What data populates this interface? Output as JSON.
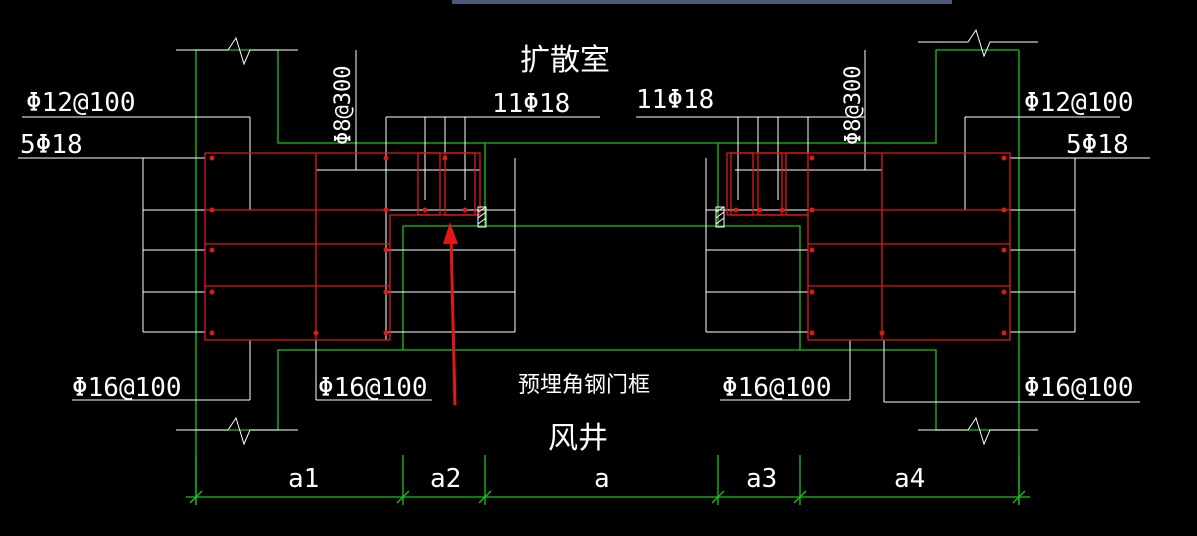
{
  "colors": {
    "background": "#000000",
    "lines": "#ffffff",
    "outline": "#19c219",
    "rebar": "#e01818",
    "arrow": "#e01818",
    "top_bar": "#4a5a78"
  },
  "labels": {
    "room_top": "扩散室",
    "room_bottom": "风井",
    "embedded_frame": "预埋角钢门框",
    "left_top_rebar": "Φ12@100",
    "left_side_rebar": "5Φ18",
    "left_stirrup_vertical": "Φ8@300",
    "left_inner_top": "11Φ18",
    "right_inner_top": "11Φ18",
    "right_stirrup_vertical": "Φ8@300",
    "right_top_rebar": "Φ12@100",
    "right_side_rebar": "5Φ18",
    "bottom_1": "Φ16@100",
    "bottom_2": "Φ16@100",
    "bottom_3": "Φ16@100",
    "bottom_4": "Φ16@100"
  },
  "dimensions": [
    "a1",
    "a2",
    "a",
    "a3",
    "a4"
  ]
}
